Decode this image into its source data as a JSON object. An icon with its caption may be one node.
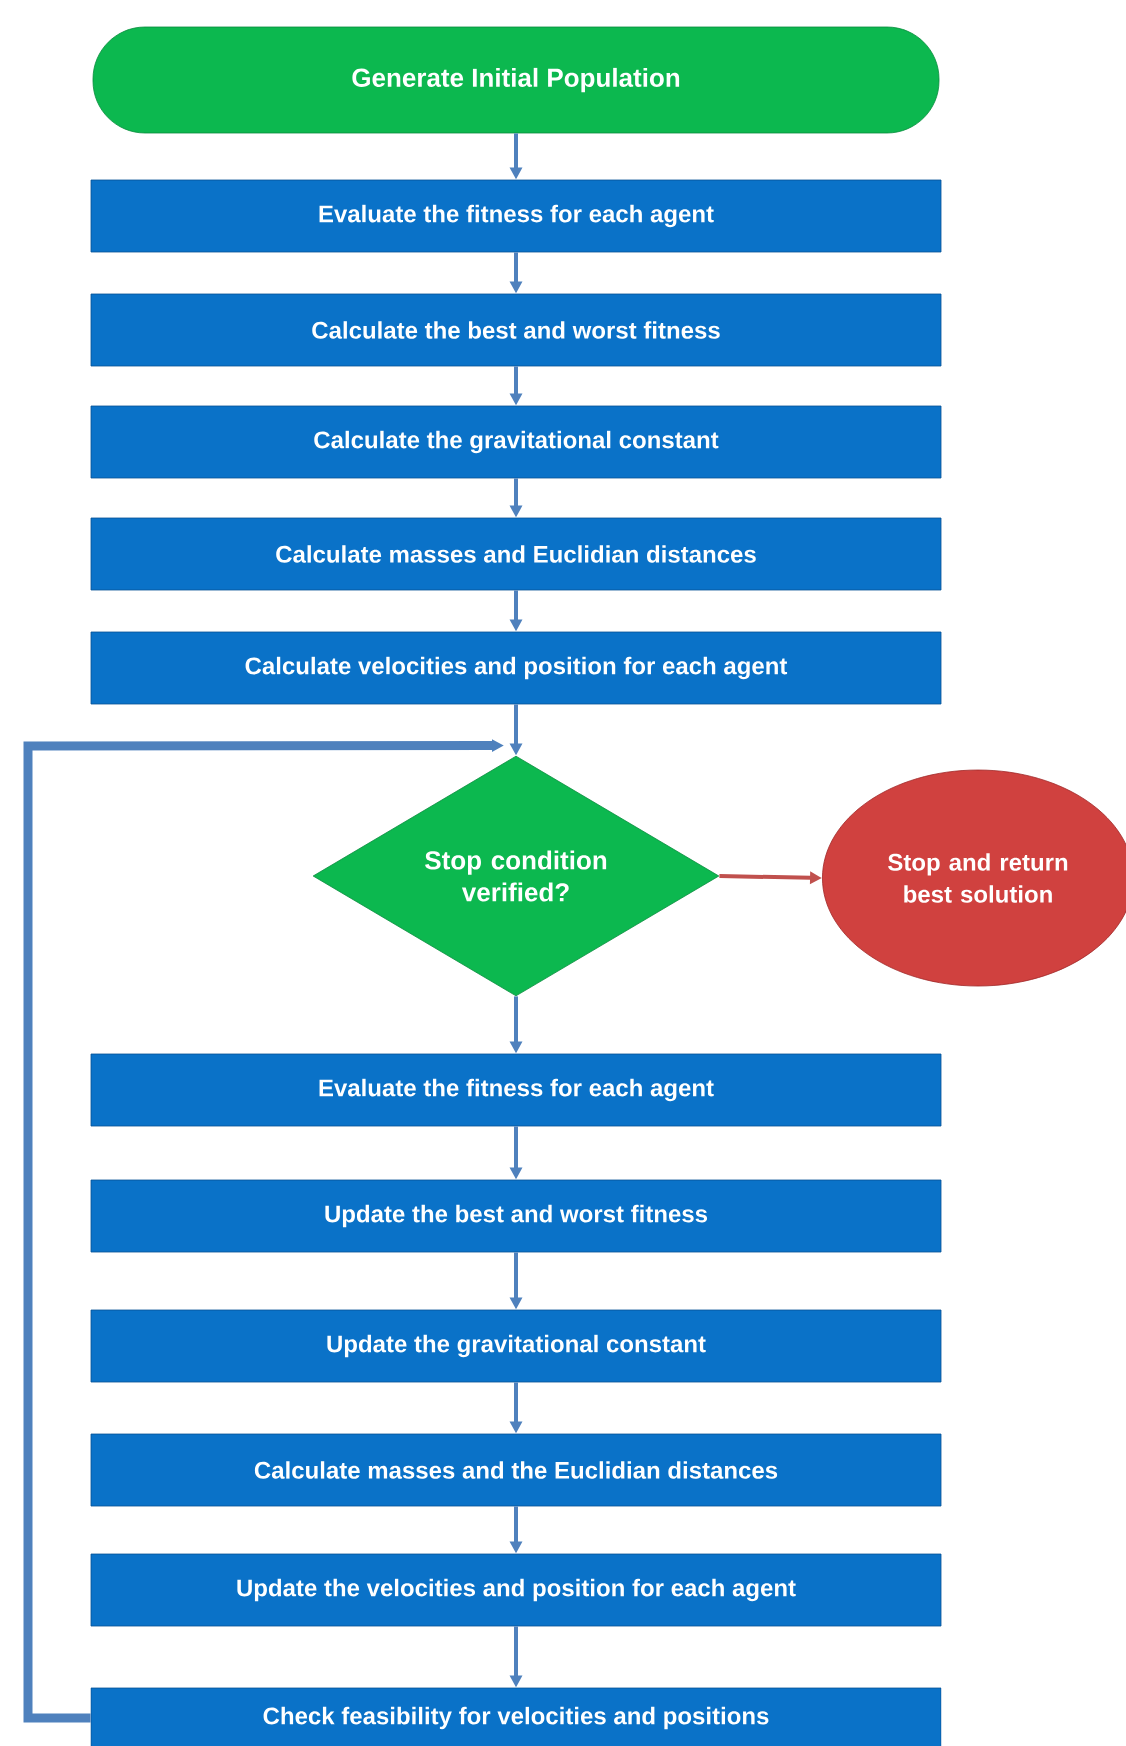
{
  "diagram": {
    "nodes": [
      {
        "text": [
          "Generate Initial Population"
        ]
      },
      {
        "text": [
          "Evaluate the fitness for each agent"
        ]
      },
      {
        "text": [
          "Calculate the best and worst fitness"
        ]
      },
      {
        "text": [
          "Calculate the gravitational constant"
        ]
      },
      {
        "text": [
          "Calculate masses and Euclidian distances"
        ]
      },
      {
        "text": [
          "Calculate velocities and position for each agent"
        ]
      },
      {
        "text": [
          "Stop condition verified?"
        ]
      },
      {
        "text": [
          "Stop and return best solution"
        ]
      },
      {
        "text": [
          "Evaluate the fitness for each agent"
        ]
      },
      {
        "text": [
          "Update the best and worst fitness"
        ]
      },
      {
        "text": [
          "Update the gravitational constant"
        ]
      },
      {
        "text": [
          "Calculate masses and the Euclidian distances"
        ]
      },
      {
        "text": [
          "Update the velocities and position for each agent"
        ]
      },
      {
        "text": [
          "Check feasibility for velocities and positions"
        ]
      }
    ],
    "edges": [
      {
        "from": 0,
        "to": 1,
        "arrow": "to"
      },
      {
        "from": 1,
        "to": 2,
        "arrow": "to"
      },
      {
        "from": 2,
        "to": 3,
        "arrow": "to"
      },
      {
        "from": 3,
        "to": 4,
        "arrow": "to"
      },
      {
        "from": 4,
        "to": 5,
        "arrow": "to"
      },
      {
        "from": 5,
        "to": 6,
        "arrow": "to"
      },
      {
        "from": 6,
        "to": 7,
        "arrow": "to",
        "color": "#c0504d"
      },
      {
        "from": 6,
        "to": 8,
        "arrow": "to"
      },
      {
        "from": 8,
        "to": 9,
        "arrow": "to"
      },
      {
        "from": 9,
        "to": 10,
        "arrow": "to"
      },
      {
        "from": 10,
        "to": 11,
        "arrow": "to"
      },
      {
        "from": 11,
        "to": 12,
        "arrow": "to"
      },
      {
        "from": 12,
        "to": 13,
        "arrow": "to"
      },
      {
        "from": 13,
        "to": 6,
        "arrow": "to",
        "style": "thick"
      }
    ]
  }
}
